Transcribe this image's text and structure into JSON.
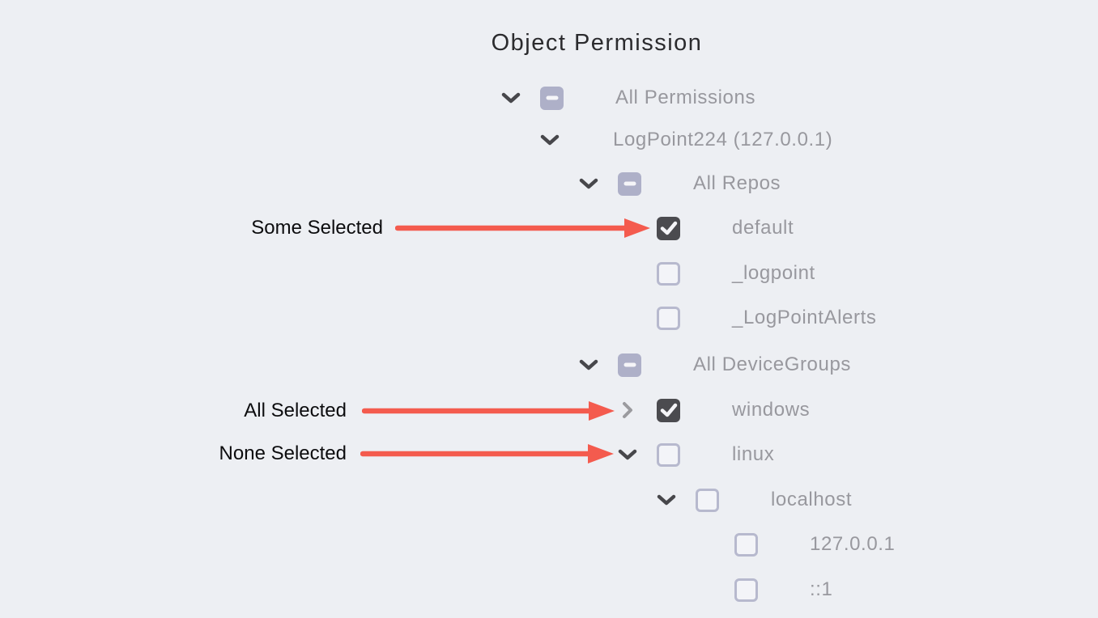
{
  "title": "Object Permission",
  "colors": {
    "background": "#edeff3",
    "title_text": "#2b2b2e",
    "tree_text": "#98989e",
    "annotation_text": "#0c0c0e",
    "arrow_red": "#f45b4e",
    "checkbox_indeterminate_fill": "#aeb0c8",
    "checkbox_checked_fill": "#4b4b4f",
    "checkbox_unchecked_border": "#b7b9ce",
    "chevron_dark": "#47474b",
    "chevron_light": "#9b9b9f"
  },
  "tree": {
    "rows": [
      {
        "label": "All Permissions",
        "depth": 0,
        "expander": "down",
        "checkbox": "indeterminate"
      },
      {
        "label": "LogPoint224 (127.0.0.1)",
        "depth": 1,
        "expander": "down",
        "checkbox": null
      },
      {
        "label": "All Repos",
        "depth": 2,
        "expander": "down",
        "checkbox": "indeterminate"
      },
      {
        "label": "default",
        "depth": 3,
        "expander": null,
        "checkbox": "checked"
      },
      {
        "label": "_logpoint",
        "depth": 3,
        "expander": null,
        "checkbox": "unchecked"
      },
      {
        "label": "_LogPointAlerts",
        "depth": 3,
        "expander": null,
        "checkbox": "unchecked"
      },
      {
        "label": "All DeviceGroups",
        "depth": 2,
        "expander": "down",
        "checkbox": "indeterminate"
      },
      {
        "label": "windows",
        "depth": 3,
        "expander": "right",
        "checkbox": "checked"
      },
      {
        "label": "linux",
        "depth": 3,
        "expander": "down",
        "checkbox": "unchecked"
      },
      {
        "label": "localhost",
        "depth": 4,
        "expander": "down",
        "checkbox": "unchecked"
      },
      {
        "label": "127.0.0.1",
        "depth": 5,
        "expander": null,
        "checkbox": "unchecked"
      },
      {
        "label": "::1",
        "depth": 5,
        "expander": null,
        "checkbox": "unchecked"
      }
    ]
  },
  "annotations": [
    {
      "label": "Some Selected",
      "target": "default"
    },
    {
      "label": "All Selected",
      "target": "windows"
    },
    {
      "label": "None Selected",
      "target": "linux"
    }
  ]
}
